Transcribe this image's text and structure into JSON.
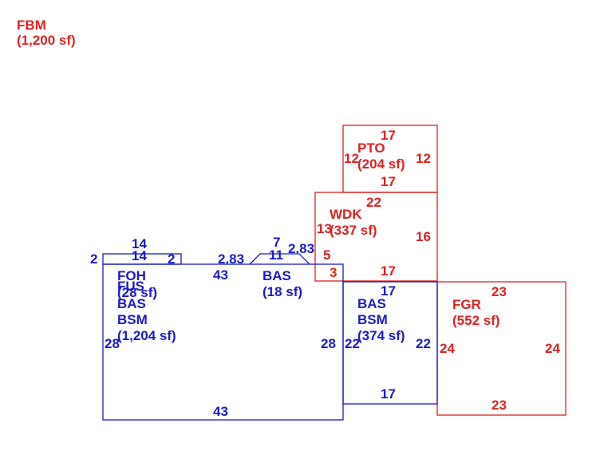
{
  "colors": {
    "red": "#e02020",
    "blue": "#1a1acc"
  },
  "areas": {
    "fbm": {
      "code": "FBM",
      "area": "(1,200 sf)"
    },
    "pto": {
      "code": "PTO",
      "area": "(204 sf)"
    },
    "wdk": {
      "code": "WDK",
      "area": "(337 sf)"
    },
    "foh": {
      "code": "FOH",
      "area": "(28 sf)"
    },
    "fus": {
      "code": "FUS"
    },
    "bas_main": {
      "code": "BAS",
      "sub": "BSM",
      "area": "(1,204 sf)"
    },
    "bas_bay": {
      "code": "BAS",
      "area": "(18 sf)"
    },
    "bas_right": {
      "code": "BAS",
      "sub": "BSM",
      "area": "(374 sf)"
    },
    "fgr": {
      "code": "FGR",
      "area": "(552 sf)"
    }
  },
  "dimensions": {
    "pto_top": "17",
    "pto_left": "12",
    "pto_right": "12",
    "pto_bottom": "17",
    "wdk_top": "22",
    "wdk_left": "13",
    "wdk_right": "16",
    "wdk_small_left": "5",
    "wdk_bottom": "17",
    "foh_top_upper": "14",
    "foh_top_lower": "14",
    "foh_left": "2",
    "foh_right": "2",
    "bay_diag_left": "2.83",
    "bay_top": "7",
    "bay_inner": "11",
    "bay_diag_right": "2.83",
    "main_top": "43",
    "main_left": "28",
    "main_right": "28",
    "main_bottom": "43",
    "notch": "3",
    "right_top": "17",
    "right_left": "22",
    "right_right": "22",
    "right_bottom": "17",
    "fgr_top": "23",
    "fgr_left": "24",
    "fgr_right": "24",
    "fgr_bottom": "23"
  }
}
